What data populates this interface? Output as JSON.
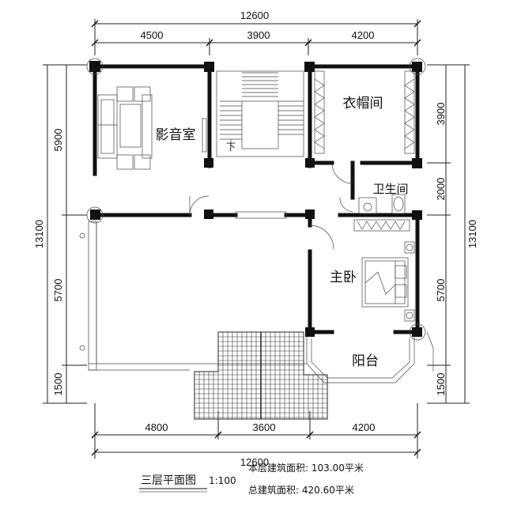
{
  "dimensions": {
    "top_total": "12600",
    "top_segments": [
      "4500",
      "3900",
      "4200"
    ],
    "bottom_total": "12600",
    "bottom_segments": [
      "4800",
      "3600",
      "4200"
    ],
    "left_total": "13100",
    "left_segments": [
      "5900",
      "5700",
      "1500"
    ],
    "right_total": "13100",
    "right_segments": [
      "3900",
      "2000",
      "5700",
      "1500"
    ]
  },
  "rooms": {
    "theater": "影音室",
    "cloakroom": "衣帽间",
    "bathroom": "卫生间",
    "master_bedroom": "主卧",
    "balcony": "阳台"
  },
  "stair_label": "下",
  "footer": {
    "title": "三层平面图",
    "scale": "1:100",
    "floor_area_label": "本层建筑面积: 103.00平米",
    "total_area_label": "总建筑面积: 420.60平米"
  }
}
